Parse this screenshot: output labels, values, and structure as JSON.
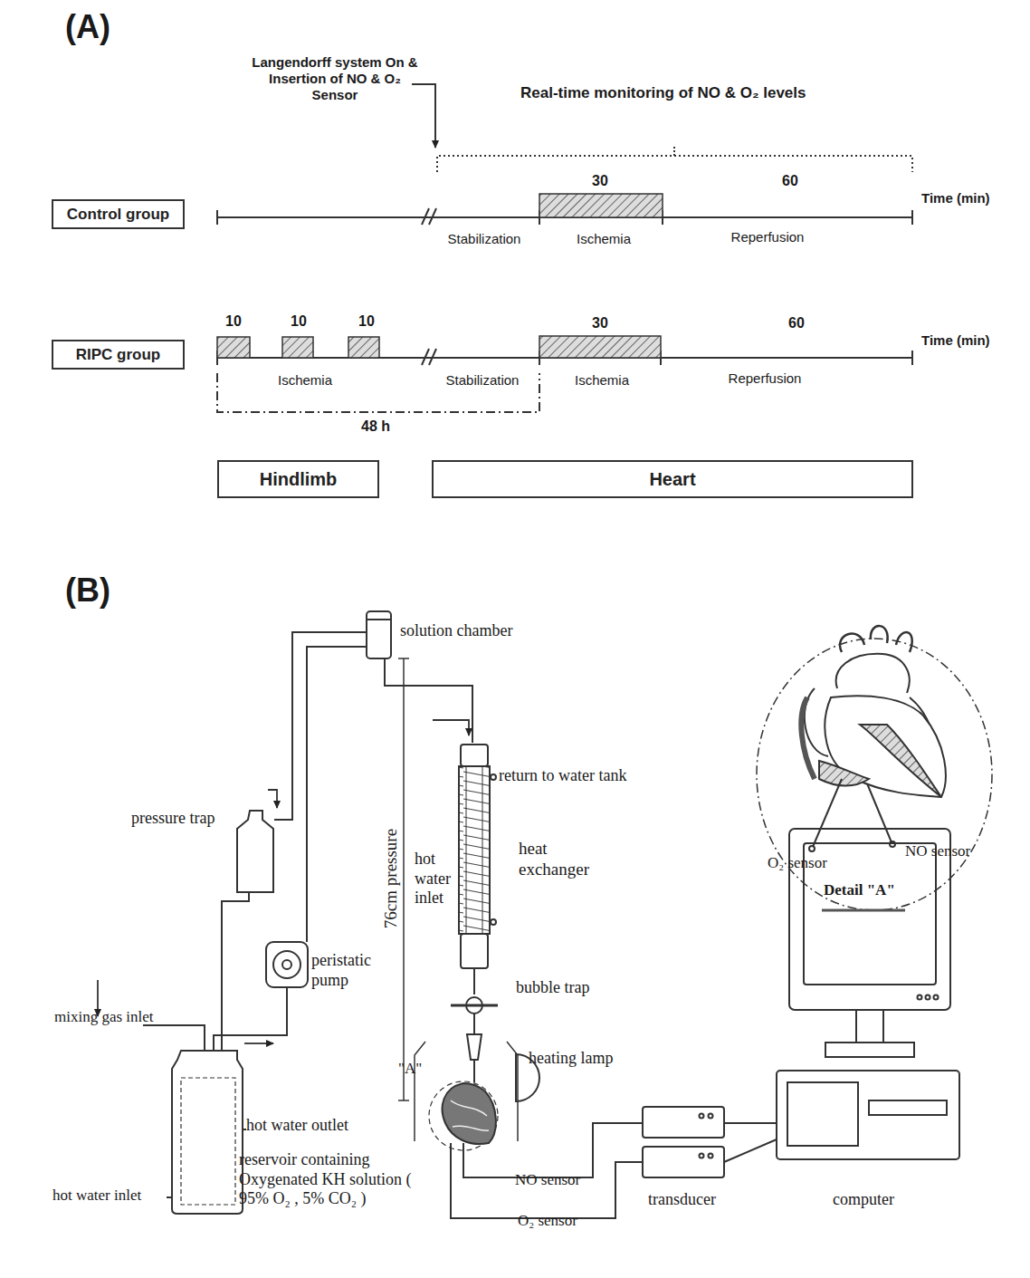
{
  "diagram": {
    "nodes": [
      {
        "text": [
          "Control group"
        ]
      },
      {
        "text": [
          "RIPC group"
        ]
      },
      {
        "text": [
          "Hindlimb"
        ]
      },
      {
        "text": [
          "Heart"
        ]
      }
    ],
    "labels": [
      "(A)",
      "Langendorff system On & Insertion of NO & O₂ Sensor",
      "Real-time monitoring of NO & O₂ levels",
      "30",
      "60",
      "Time (min)",
      "Stabilization",
      "Ischemia",
      "Reperfusion",
      "10",
      "10",
      "10",
      "30",
      "60",
      "Time (min)",
      "Ischemia",
      "Stabilization",
      "Ischemia",
      "Reperfusion",
      "48 h",
      "(B)",
      "solution chamber",
      "return to water tank",
      "hot water inlet",
      "heat exchanger",
      "76cm pressure",
      "pressure trap",
      "peristatic pump",
      "mixing gas inlet",
      "bubble trap",
      "heating lamp",
      "\"A\"",
      "hot water outlet",
      "reservoir containing Oxygenated KH solution ( 95% O₂ , 5% CO₂ )",
      "hot water inlet",
      "NO sensor",
      "O₂ sensor",
      "transducer",
      "computer",
      "O₂ sensor",
      "NO sensor",
      "Detail \"A\""
    ]
  }
}
